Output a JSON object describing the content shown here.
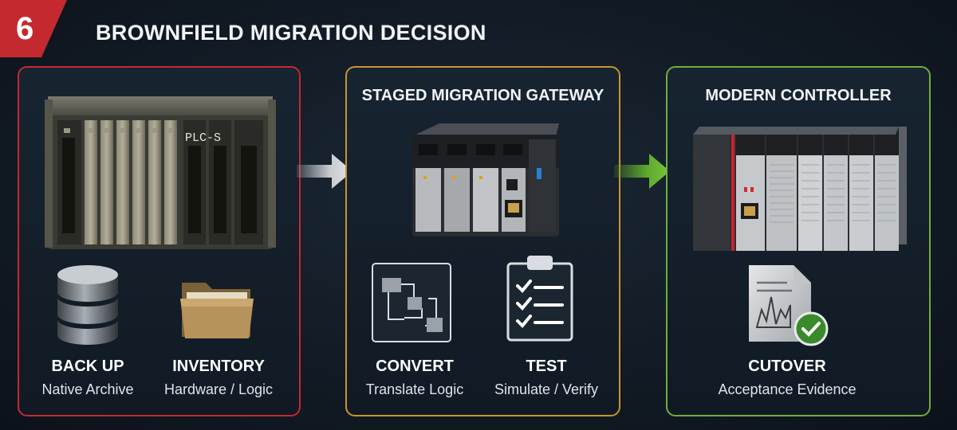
{
  "header": {
    "step_number": "6",
    "title": "BROWNFIELD MIGRATION DECISION"
  },
  "legacy": {
    "rack_label": "PLC-S",
    "items": [
      {
        "label": "BACK UP",
        "sub": "Native Archive",
        "icon": "database-icon"
      },
      {
        "label": "INVENTORY",
        "sub": "Hardware / Logic",
        "icon": "folder-icon"
      }
    ]
  },
  "gateway": {
    "title": "STAGED MIGRATION GATEWAY",
    "items": [
      {
        "label": "CONVERT",
        "sub": "Translate Logic",
        "icon": "flowchart-icon"
      },
      {
        "label": "TEST",
        "sub": "Simulate / Verify",
        "icon": "checklist-icon"
      }
    ]
  },
  "modern": {
    "title": "MODERN CONTROLLER",
    "items": [
      {
        "label": "CUTOVER",
        "sub": "Acceptance Evidence",
        "icon": "document-check-icon"
      }
    ]
  },
  "colors": {
    "legacy_border": "#c4292f",
    "gateway_border": "#c9952c",
    "modern_border": "#6fae3d",
    "badge": "#c4292f",
    "arrow_grey": "#c8ccd0",
    "arrow_green": "#5faa2e"
  }
}
